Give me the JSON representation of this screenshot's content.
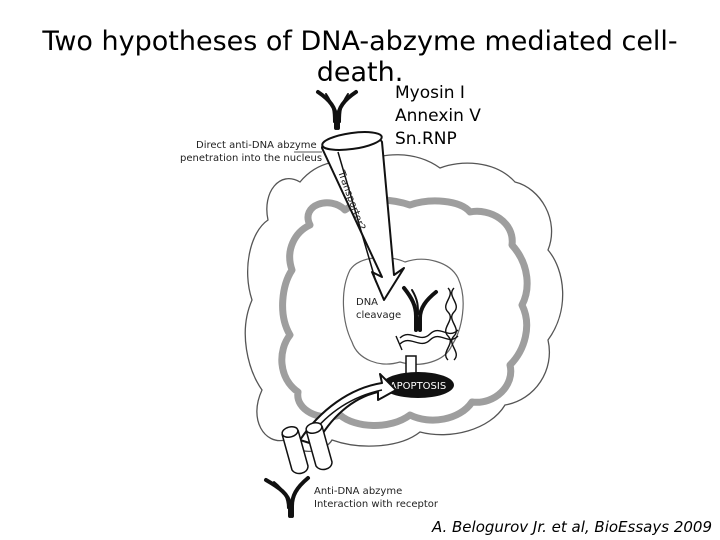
{
  "title": "Two hypotheses of DNA-abzyme mediated cell-death.",
  "proteins": [
    "Myosin I",
    "Annexin V",
    "Sn.RNP"
  ],
  "labels": {
    "direct_line1": "Direct anti-DNA abzyme",
    "direct_line2": "penetration into the nucleus",
    "transporter": "Transporter?",
    "dna_line1": "DNA",
    "dna_line2": "cleavage",
    "apoptosis": "APOPTOSIS",
    "receptor_line1": "Anti-DNA abzyme",
    "receptor_line2": "Interaction with receptor"
  },
  "citation": "A. Belogurov Jr. et al, BioEssays 2009"
}
